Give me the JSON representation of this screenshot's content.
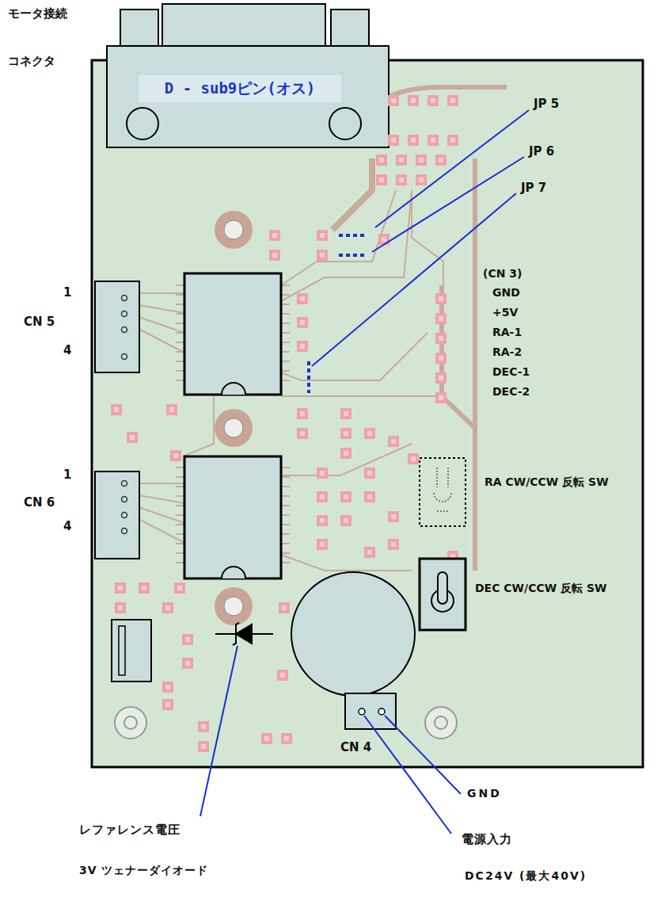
{
  "diagram": {
    "nodes": [
      {
        "text": [
          "D - sub9ピン(オス)"
        ]
      }
    ],
    "labels": [
      "モータ接続",
      "コネクタ",
      "JP 5",
      "JP 6",
      "JP 7",
      "(CN 3)",
      "GND",
      "+5V",
      "RA-1",
      "RA-2",
      "DEC-1",
      "DEC-2",
      "RA CW/CCW 反転 SW",
      "DEC CW/CCW 反転 SW",
      "1",
      "CN 5",
      "4",
      "1",
      "CN 6",
      "4",
      "CN 4",
      "GND",
      "電源入力",
      "DC24V (最大40V)",
      "レファレンス電圧",
      "3V ツェナーダイオード"
    ]
  }
}
